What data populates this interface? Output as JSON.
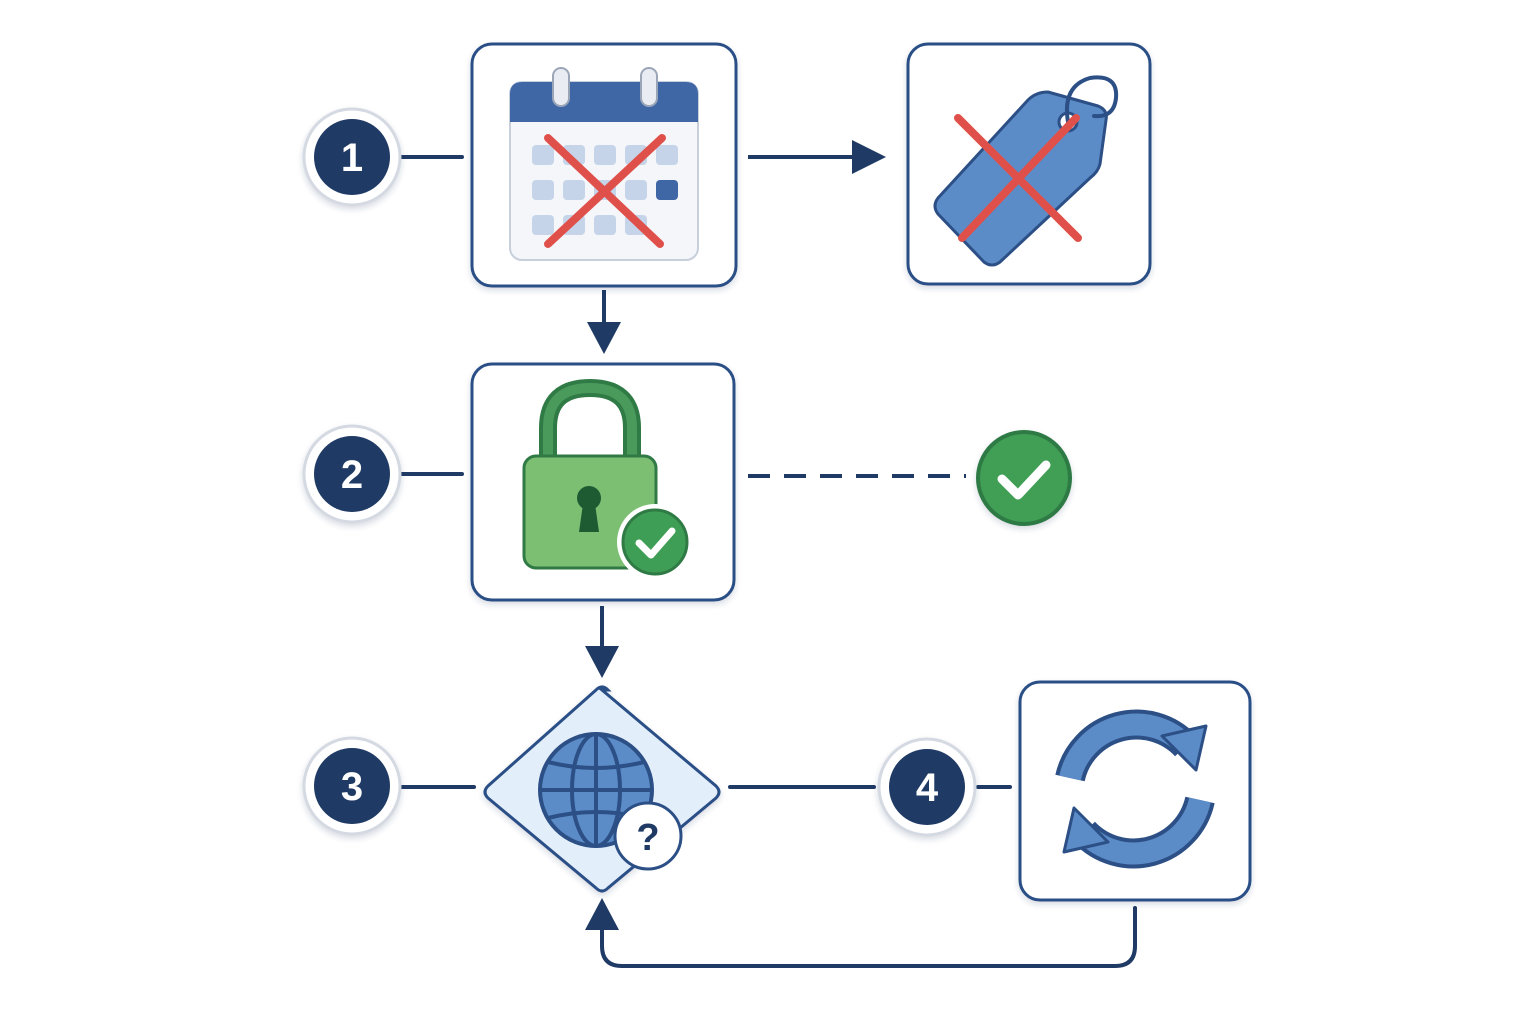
{
  "steps": [
    {
      "number": "1"
    },
    {
      "number": "2"
    },
    {
      "number": "3"
    },
    {
      "number": "4"
    }
  ],
  "icons": {
    "step1_main": "calendar-cancel-icon",
    "step1_result": "price-tag-cancel-icon",
    "step2_main": "padlock-check-icon",
    "step2_result": "check-circle-icon",
    "step3_main": "globe-question-icon",
    "step4_main": "refresh-cycle-icon"
  },
  "colors": {
    "navy": "#1f3a64",
    "frame": "#2c4f86",
    "blue_icon": "#5b8cc8",
    "red_cross": "#e0504a",
    "green": "#3f9e55",
    "green_light": "#7cbf72",
    "diamond_fill": "#e3eefb"
  }
}
